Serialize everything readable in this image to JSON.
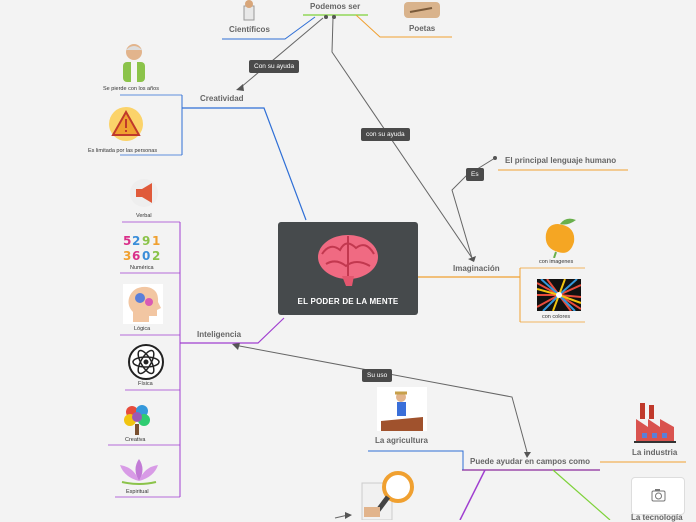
{
  "central": {
    "title": "EL PODER DE LA MENTE"
  },
  "branches": {
    "podemos_ser": "Podemos ser",
    "cientificos": "Científicos",
    "poetas": "Poetas",
    "creatividad": "Creatividad",
    "se_pierde": "Se pierde con los años",
    "es_limitada": "Es limitada por las personas",
    "inteligencia": "Inteligencia",
    "imaginacion": "Imaginación",
    "lenguaje": "El principal lenguaje humano",
    "con_imagenes": "con imagenes",
    "con_colores": "con colores",
    "puede_ayudar": "Puede ayudar en campos como",
    "agricultura": "La agricultura",
    "industria": "La industria",
    "tecnologia": "La tecnología"
  },
  "intelligences": [
    "Verbal",
    "Numérica",
    "Lógica",
    "Física",
    "Creativa",
    "Espiritual"
  ],
  "connectors": {
    "con_su_ayuda_1": "Con su ayuda",
    "con_su_ayuda_2": "con su ayuda",
    "es": "Es",
    "su_uso": "Su uso"
  },
  "colors": {
    "blue": "#2f6fd6",
    "purple": "#a03fd0",
    "orange": "#f0a030",
    "green": "#7ed23a",
    "gray": "#666666",
    "central_bg": "#464a4c"
  }
}
